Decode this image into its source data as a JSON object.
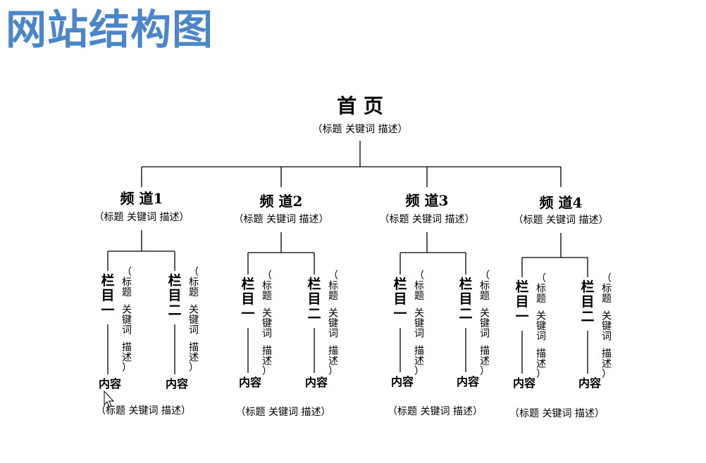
{
  "page_title": "网站结构图",
  "home": {
    "title": "首 页",
    "meta": "（标题 关键词 描述）"
  },
  "channels": [
    {
      "title": "频 道1",
      "meta": "（标题 关键词 描述）",
      "columns": [
        {
          "title": "栏目一",
          "meta": "（标题 关键词 描述）"
        },
        {
          "title": "栏目二",
          "meta": "（标题 关键词 描述）"
        }
      ],
      "contents": [
        {
          "title": "内容"
        },
        {
          "title": "内容"
        }
      ],
      "content_meta": "（标题 关键词 描述）"
    },
    {
      "title": "频 道2",
      "meta": "（标题 关键词 描述）",
      "columns": [
        {
          "title": "栏目一",
          "meta": "（标题 关键词 描述）"
        },
        {
          "title": "栏目二",
          "meta": "（标题 关键词 描述）"
        }
      ],
      "contents": [
        {
          "title": "内容"
        },
        {
          "title": "内容"
        }
      ],
      "content_meta": "（标题 关键词 描述）"
    },
    {
      "title": "频 道3",
      "meta": "（标题 关键词 描述）",
      "columns": [
        {
          "title": "栏目一",
          "meta": "（标题 关键词 描述）"
        },
        {
          "title": "栏目二",
          "meta": "（标题 关键词 描述）"
        }
      ],
      "contents": [
        {
          "title": "内容"
        },
        {
          "title": "内容"
        }
      ],
      "content_meta": "（标题 关键词 描述）"
    },
    {
      "title": "频 道4",
      "meta": "（标题 关键词 描述）",
      "columns": [
        {
          "title": "栏目一",
          "meta": "（标题 关键词 描述）"
        },
        {
          "title": "栏目二",
          "meta": "（标题 关键词 描述）"
        }
      ],
      "contents": [
        {
          "title": "内容"
        },
        {
          "title": "内容"
        }
      ],
      "content_meta": "（标题 关键词 描述）"
    }
  ],
  "colors": {
    "title": "#4a86c8",
    "lines": "#000000",
    "background": "#ffffff"
  },
  "cursor_icon": "mouse-pointer-icon"
}
